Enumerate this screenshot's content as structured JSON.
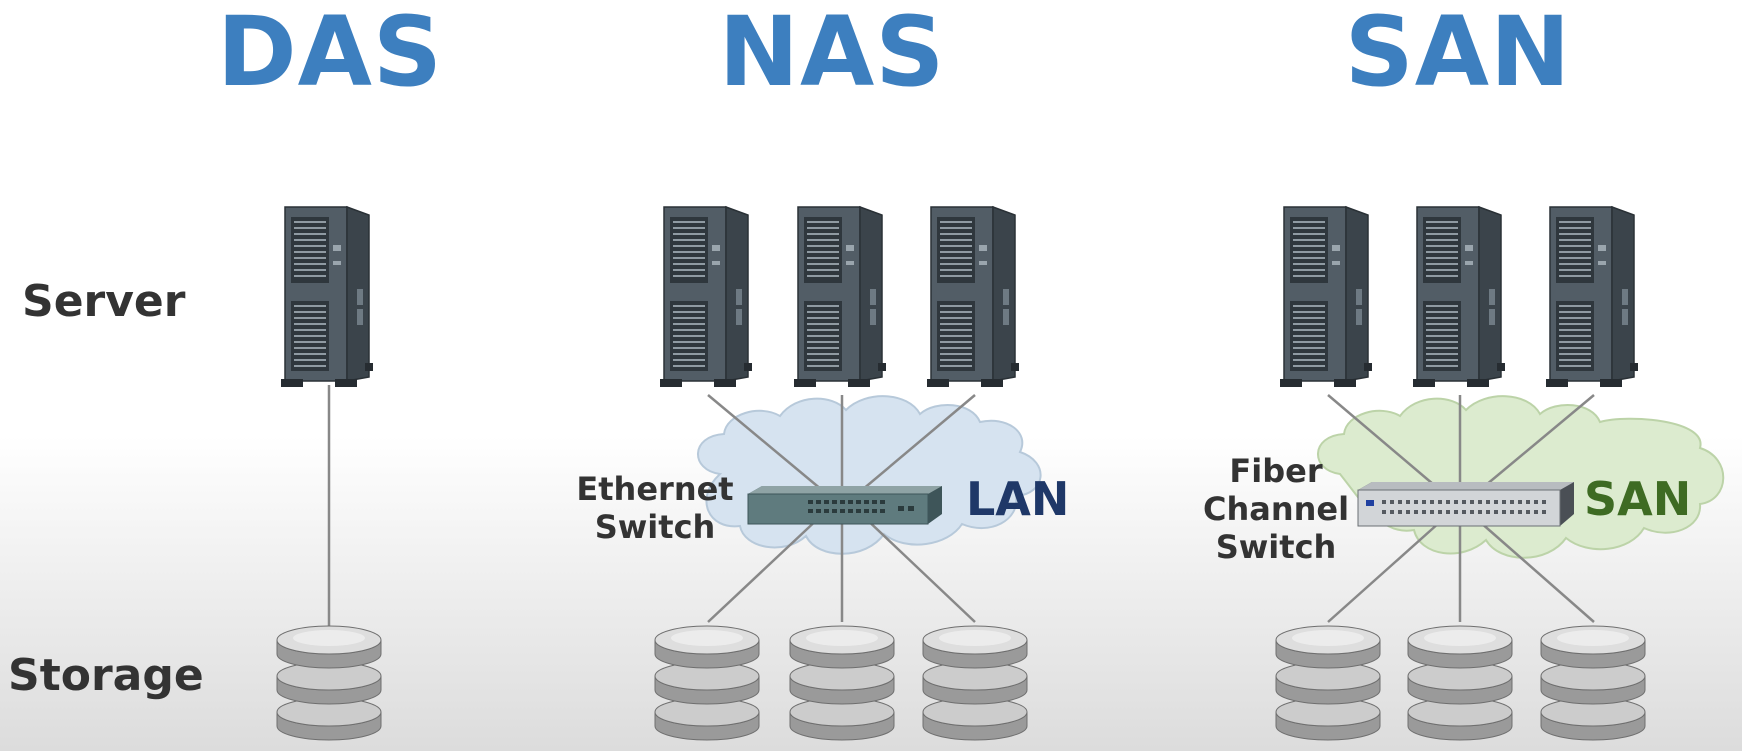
{
  "titles": {
    "das": "DAS",
    "nas": "NAS",
    "san": "SAN"
  },
  "row_labels": {
    "server": "Server",
    "storage": "Storage"
  },
  "nas": {
    "switch_label_line1": "Ethernet",
    "switch_label_line2": "Switch",
    "network_label": "LAN",
    "network_color": "#1f3868",
    "cloud_color": "#d6e3f0"
  },
  "san": {
    "switch_label_line1": "Fiber",
    "switch_label_line2": "Channel",
    "switch_label_line3": "Switch",
    "network_label": "SAN",
    "network_color": "#3e6b23",
    "cloud_color": "#dcebcf"
  },
  "colors": {
    "title": "#3d7fbf",
    "label": "#333333",
    "server": "#454f57",
    "disk": "#c9c9c9"
  },
  "icons": [
    "server-tower-icon",
    "disk-stack-icon",
    "ethernet-switch-icon",
    "fiber-channel-switch-icon",
    "lan-cloud-icon",
    "san-cloud-icon"
  ]
}
